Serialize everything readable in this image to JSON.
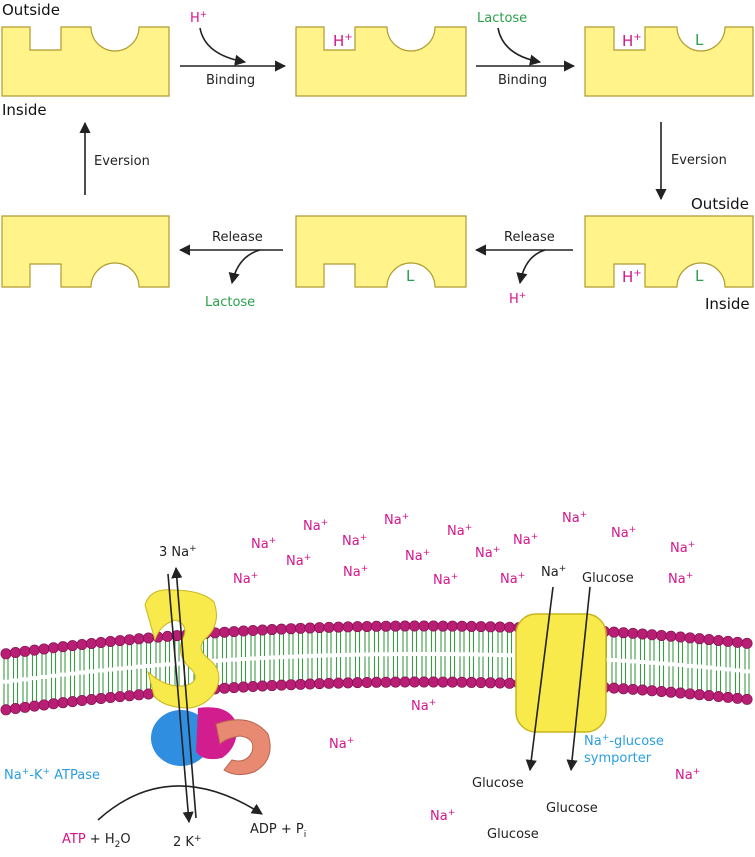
{
  "colors": {
    "transporter_fill": "#fff38a",
    "transporter_stroke": "#b09b2e",
    "ion_pink": "#d4148c",
    "lactose_green": "#2aa04a",
    "label_blue": "#2a9ee0",
    "membrane_head": "#b81f74",
    "membrane_tail": "#3d9b45",
    "protein_yellow": "#f7ea4a",
    "atpase_blue": "#2f8ee0",
    "atpase_pink": "#d21d8e",
    "atpase_salmon": "#e88a72"
  },
  "top": {
    "outside_left": "Outside",
    "inside_left": "Inside",
    "outside_right": "Outside",
    "inside_right": "Inside",
    "hplus": "H",
    "plus": "+",
    "lactose": "Lactose",
    "binding": "Binding",
    "eversion": "Eversion",
    "release": "Release",
    "L": "L"
  },
  "bottom": {
    "na": "Na",
    "plus": "+",
    "three_na": "3 Na",
    "two_k": "2 K",
    "glucose": "Glucose",
    "atpase_label_a": "Na",
    "atpase_label_b": "-K",
    "atpase_label_c": " ATPase",
    "symporter_a": "Na",
    "symporter_b": "-glucose",
    "symporter_c": "symporter",
    "atp": "ATP",
    "h2o_a": " + H",
    "h2o_sub": "2",
    "h2o_b": "O",
    "adp": "ADP + P",
    "pi_sub": "i"
  }
}
